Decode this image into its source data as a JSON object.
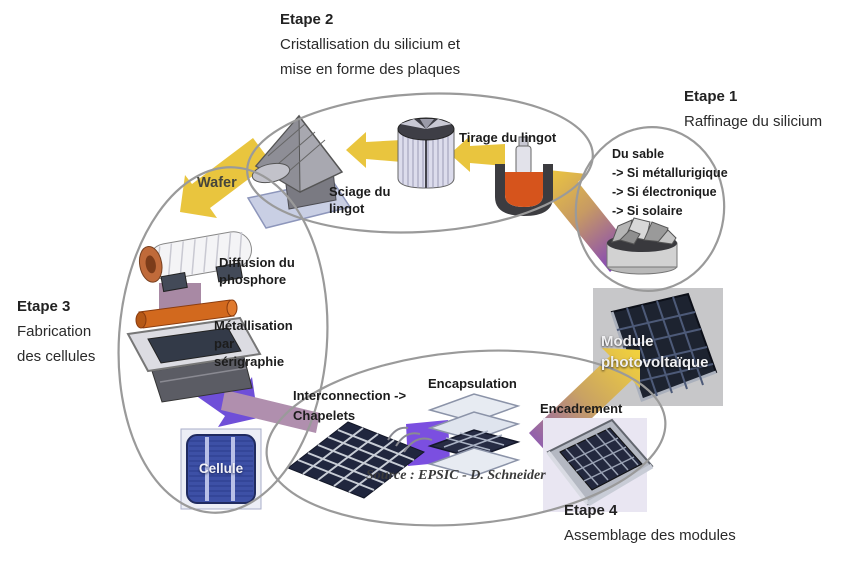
{
  "stages": {
    "etape1": {
      "title": "Etape 1",
      "subtitle": "Raffinage du silicium"
    },
    "etape2": {
      "title": "Etape 2",
      "line1": "Cristallisation du silicium et",
      "line2": "mise en forme des plaques"
    },
    "etape3": {
      "title": "Etape 3",
      "line1": "Fabrication",
      "line2": "des cellules"
    },
    "etape4": {
      "title": "Etape 4",
      "subtitle": "Assemblage des modules"
    }
  },
  "steps": {
    "tirage": "Tirage du lingot",
    "sciage_line1": "Sciage du",
    "sciage_line2": "lingot",
    "wafer": "Wafer",
    "sable_title": "Du sable",
    "sable_items": [
      "-> Si métallurigique",
      "-> Si électronique",
      "-> Si solaire"
    ],
    "diffusion_line1": "Diffusion du",
    "diffusion_line2": "phosphore",
    "metallisation_line1": "Métallisation",
    "metallisation_line2": "par",
    "metallisation_line3": "sérigraphie",
    "cellule": "Cellule",
    "interconnection_line1": "Interconnection ->",
    "interconnection_line2": "Chapelets",
    "encapsulation": "Encapsulation",
    "encadrement": "Encadrement",
    "module_line1": "Module",
    "module_line2": "photovoltaïque"
  },
  "source": "Source : EPSIC - D. Schneider",
  "colors": {
    "arrow_yellow": "#e9c53e",
    "arrow_purple": "#6f4fd8",
    "connector_mauve": "#a889a4",
    "connector_purple": "#7b4fe0",
    "ellipse_stroke": "#9a9a9a",
    "cell_blue": "#3d50a6",
    "molten_orange": "#d6541c",
    "module_dark": "#1d2330"
  }
}
